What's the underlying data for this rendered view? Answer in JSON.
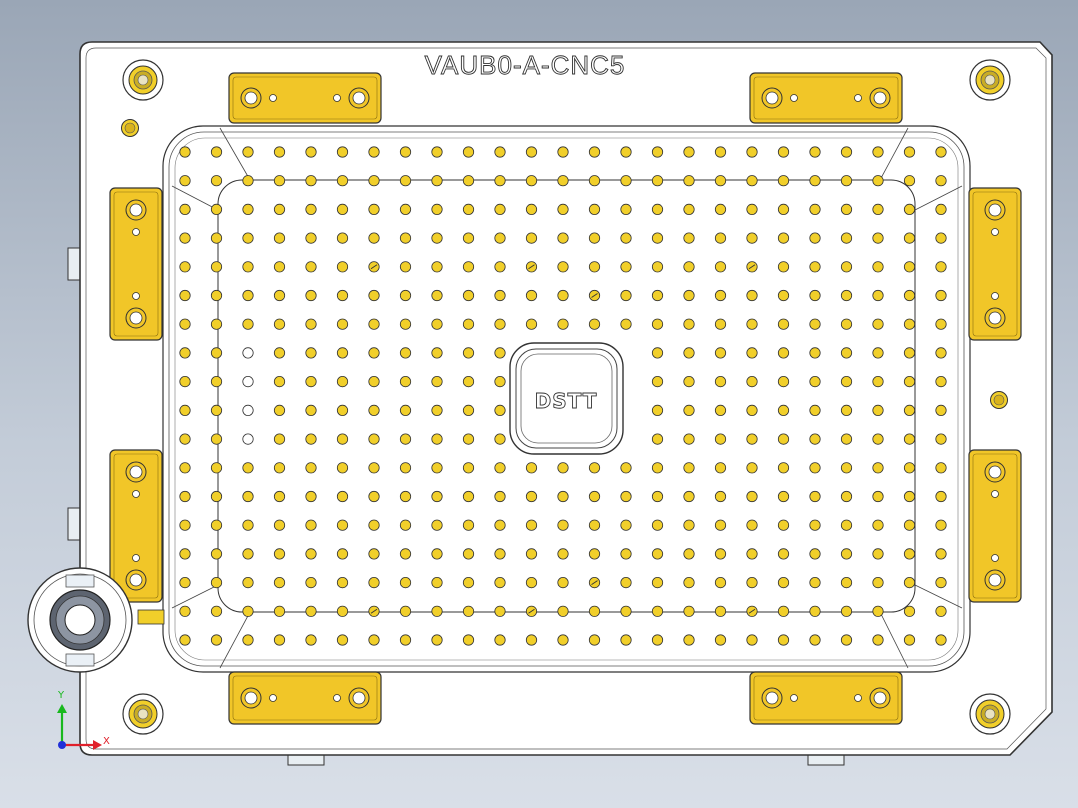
{
  "drawing": {
    "part_number": "VAUB0-A-CNC5",
    "logo": "DSTT"
  },
  "axes": {
    "x_label": "X",
    "y_label": "Y",
    "x_color": "#e0202a",
    "y_color": "#18b81e",
    "z_color": "#2030d8"
  },
  "colors": {
    "plate": "#ffffff",
    "outline": "#333333",
    "hole": "#f1cf2a",
    "clamp": "#f1c628",
    "line": "#555555"
  },
  "grid": {
    "columns": 25,
    "rows": 18
  }
}
